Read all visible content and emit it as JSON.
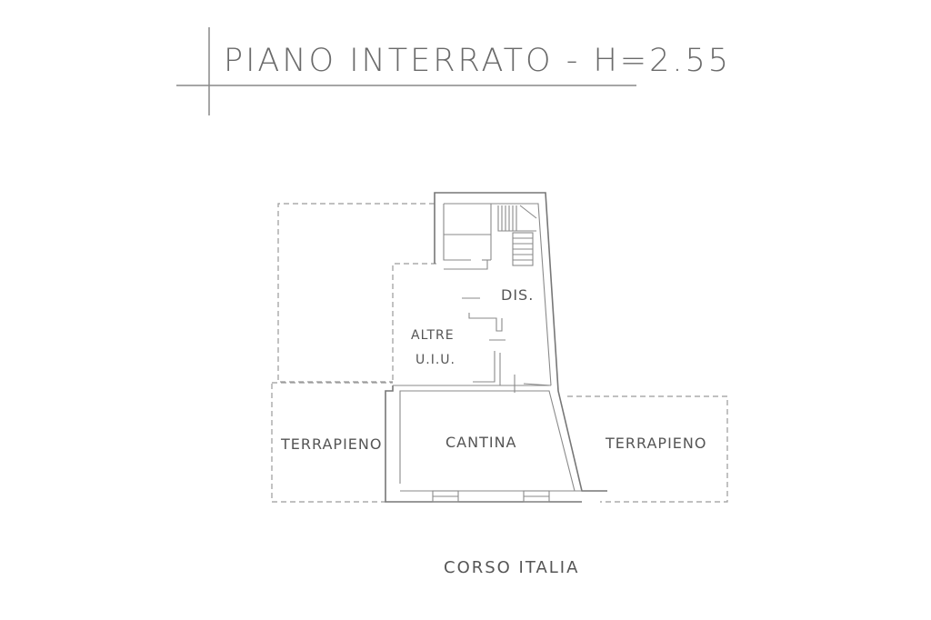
{
  "title": "PIANO INTERRATO - H=2.55",
  "rooms": {
    "dis": "DIS.",
    "altre_line1": "ALTRE",
    "altre_line2": "U.I.U.",
    "cantina": "CANTINA",
    "terrapieno_left": "TERRAPIENO",
    "terrapieno_right": "TERRAPIENO"
  },
  "street": "CORSO ITALIA",
  "colors": {
    "line": "#777777",
    "text": "#555555",
    "background": "#ffffff"
  }
}
